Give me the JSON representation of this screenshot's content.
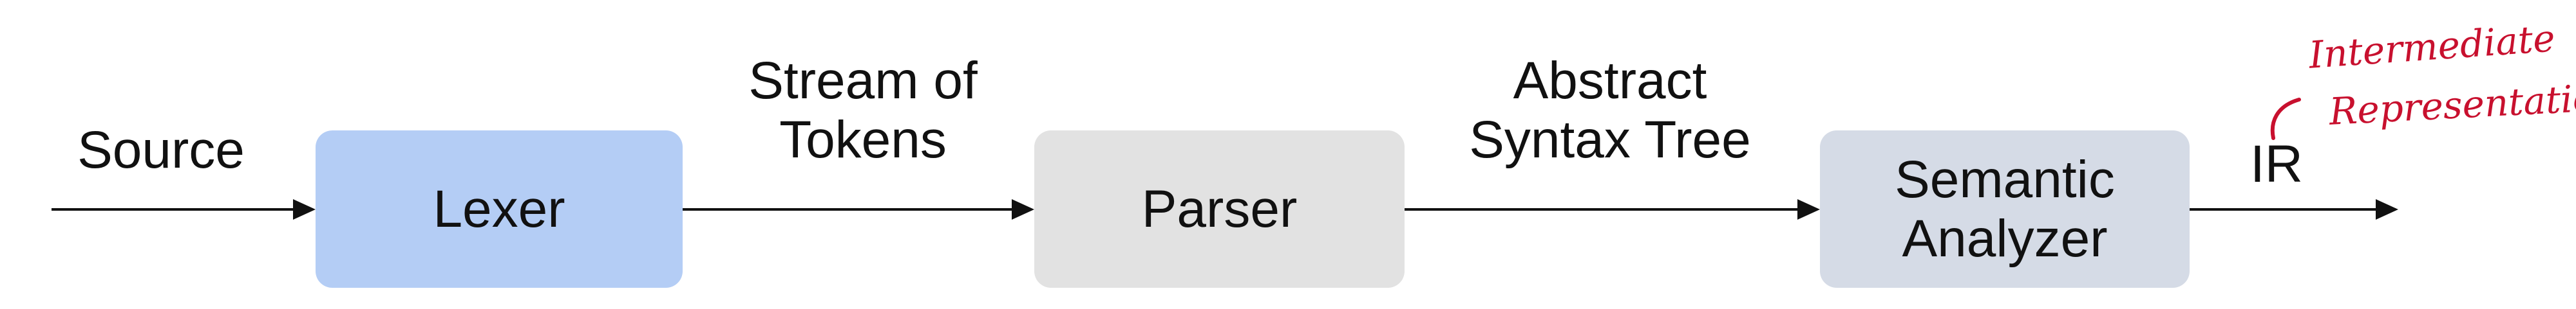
{
  "diagram": {
    "nodes": [
      {
        "id": "lexer",
        "label": "Lexer",
        "fill": "#b4cdf5"
      },
      {
        "id": "parser",
        "label": "Parser",
        "fill": "#e2e2e2"
      },
      {
        "id": "semantic",
        "label": "Semantic\nAnalyzer",
        "fill": "#d5dbe6"
      }
    ],
    "edge_labels": {
      "source": "Source",
      "tokens": "Stream of\nTokens",
      "ast": "Abstract\nSyntax Tree",
      "ir": "IR"
    },
    "annotation": {
      "line1": "Intermediate",
      "line2": "Representation",
      "color": "#c8102e"
    },
    "arrow_color": "#111111"
  }
}
